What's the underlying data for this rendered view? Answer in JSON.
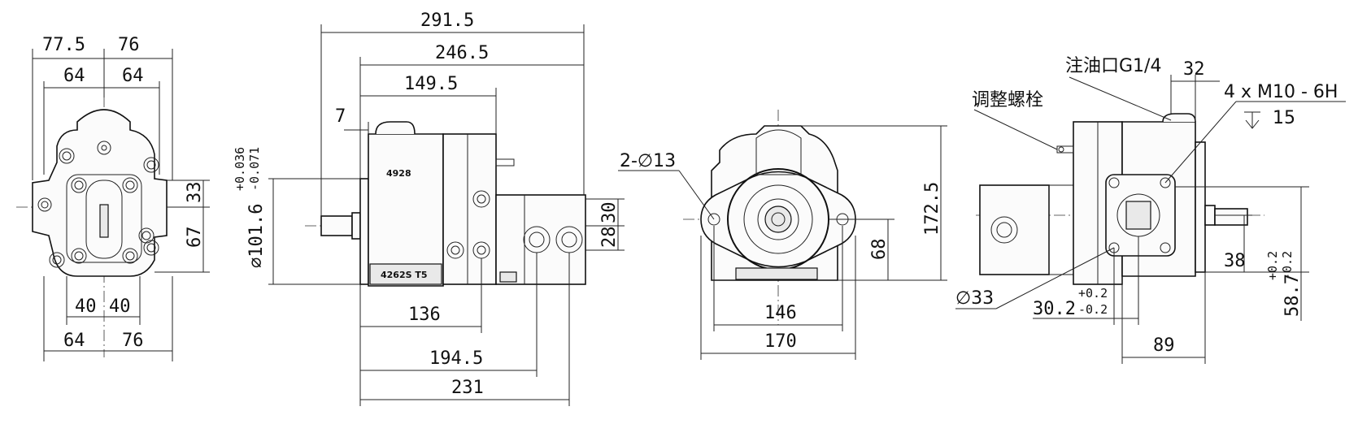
{
  "front_view": {
    "top_dims": [
      "77.5",
      "76",
      "64",
      "64"
    ],
    "bottom_dims": [
      "40",
      "40",
      "64",
      "76"
    ],
    "right_dims": [
      "33",
      "67"
    ]
  },
  "side_view": {
    "top_dims": [
      "291.5",
      "246.5",
      "149.5",
      "7"
    ],
    "bottom_dims": [
      "136",
      "194.5",
      "231"
    ],
    "shaft_dia": "∅101.6",
    "shaft_tol_upper": "+0.036",
    "shaft_tol_lower": "-0.071",
    "right_dims": [
      "30",
      "28"
    ],
    "plate_top": "4928",
    "plate_bottom": "4262S T5"
  },
  "rear_view": {
    "hole_label": "2-∅13",
    "bottom_dims": [
      "146",
      "170"
    ],
    "right_dims": [
      "68",
      "172.5"
    ]
  },
  "end_view": {
    "adjust_screw": "调整螺栓",
    "fill_port": "注油口G1/4",
    "top_dim": "32",
    "thread_note": "4 x  M10 - 6H",
    "thread_depth": "15",
    "port_dia": "∅33",
    "offset_dim": "30.2",
    "offset_tol_upper": "+0.2",
    "offset_tol_lower": "-0.2",
    "right_dim_38": "38",
    "right_dim_58": "58.7",
    "right_tol_upper": "+0.2",
    "right_tol_lower": "-0.2",
    "bottom_dim": "89"
  }
}
